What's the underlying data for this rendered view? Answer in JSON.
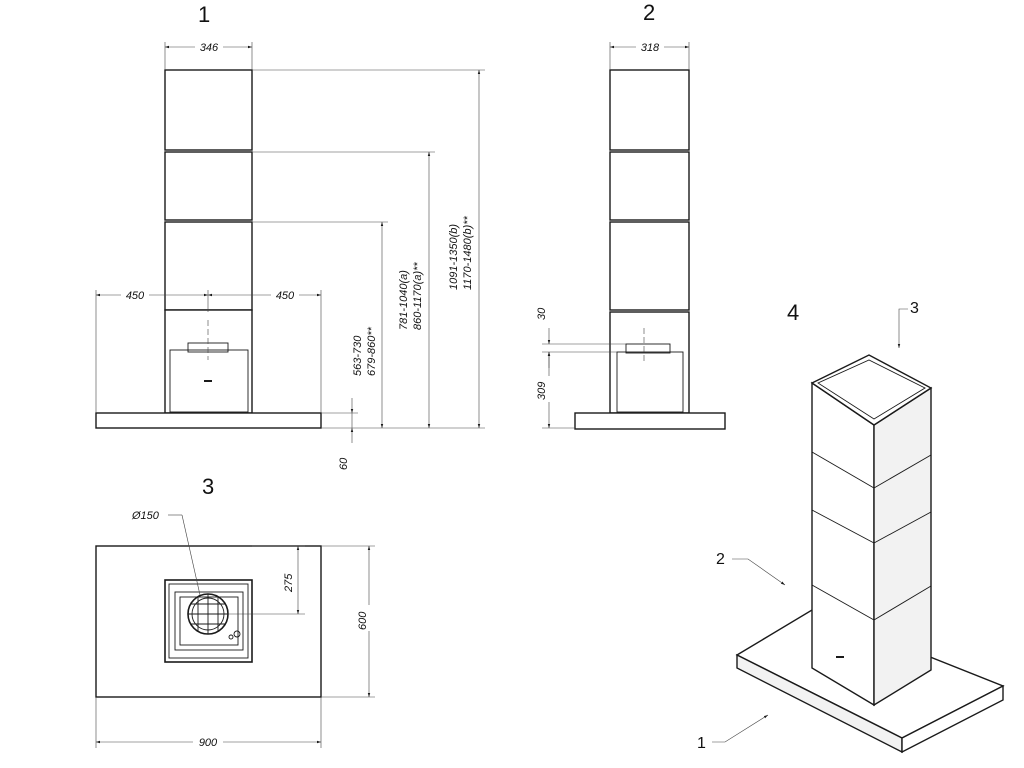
{
  "views": {
    "front_label": "1",
    "side_label": "2",
    "top_label": "3",
    "iso_label": "4"
  },
  "front": {
    "width": "346",
    "left_span": "450",
    "right_span": "450",
    "h1a": "563-730",
    "h1b": "679-860**",
    "h2a": "781-1040(a)",
    "h2b": "860-1170(a)**",
    "h3a": "1091-1350(b)",
    "h3b": "1170-1480(b)**",
    "base": "60"
  },
  "side": {
    "width": "318",
    "gap": "30",
    "motor": "309"
  },
  "top": {
    "diameter": "Ø150",
    "offset": "275",
    "depth": "600",
    "width": "900"
  },
  "callouts": {
    "c1": "1",
    "c2": "2",
    "c3": "3"
  }
}
